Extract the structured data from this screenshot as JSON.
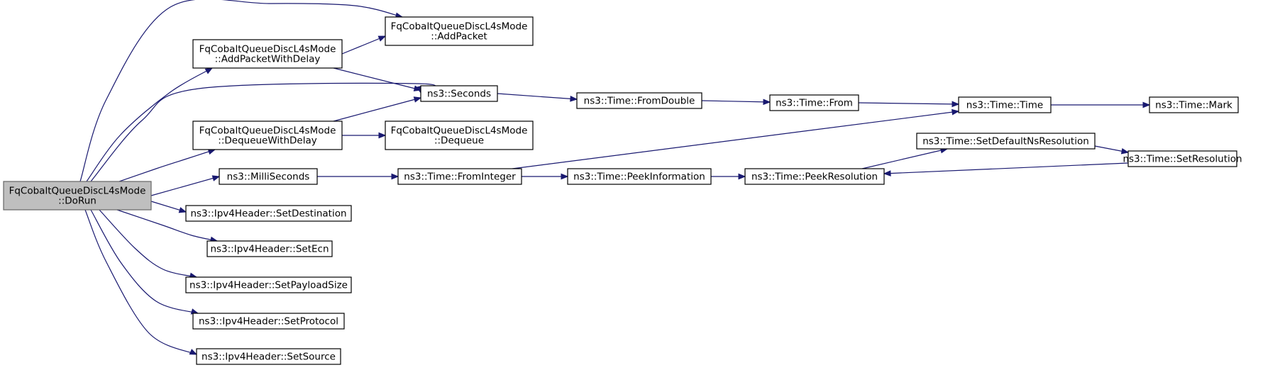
{
  "graph": {
    "nodes": {
      "dorun": {
        "lines": [
          "FqCobaltQueueDiscL4sMode",
          "::DoRun"
        ],
        "root": true
      },
      "addpacket": {
        "lines": [
          "FqCobaltQueueDiscL4sMode",
          "::AddPacket"
        ]
      },
      "addpktdelay": {
        "lines": [
          "FqCobaltQueueDiscL4sMode",
          "::AddPacketWithDelay"
        ]
      },
      "seconds": {
        "lines": [
          "ns3::Seconds"
        ]
      },
      "dequeuedelay": {
        "lines": [
          "FqCobaltQueueDiscL4sMode",
          "::DequeueWithDelay"
        ]
      },
      "dequeue": {
        "lines": [
          "FqCobaltQueueDiscL4sMode",
          "::Dequeue"
        ]
      },
      "milliseconds": {
        "lines": [
          "ns3::MilliSeconds"
        ]
      },
      "setdest": {
        "lines": [
          "ns3::Ipv4Header::SetDestination"
        ]
      },
      "setecn": {
        "lines": [
          "ns3::Ipv4Header::SetEcn"
        ]
      },
      "setpayload": {
        "lines": [
          "ns3::Ipv4Header::SetPayloadSize"
        ]
      },
      "setprotocol": {
        "lines": [
          "ns3::Ipv4Header::SetProtocol"
        ]
      },
      "setsource": {
        "lines": [
          "ns3::Ipv4Header::SetSource"
        ]
      },
      "fromdouble": {
        "lines": [
          "ns3::Time::FromDouble"
        ]
      },
      "from": {
        "lines": [
          "ns3::Time::From"
        ]
      },
      "time": {
        "lines": [
          "ns3::Time::Time"
        ]
      },
      "mark": {
        "lines": [
          "ns3::Time::Mark"
        ]
      },
      "frominteger": {
        "lines": [
          "ns3::Time::FromInteger"
        ]
      },
      "peekinfo": {
        "lines": [
          "ns3::Time::PeekInformation"
        ]
      },
      "peekres": {
        "lines": [
          "ns3::Time::PeekResolution"
        ]
      },
      "setdefaultres": {
        "lines": [
          "ns3::Time::SetDefaultNsResolution"
        ]
      },
      "setres": {
        "lines": [
          "ns3::Time::SetResolution"
        ]
      }
    },
    "edges": [
      [
        "dorun",
        "addpacket"
      ],
      [
        "dorun",
        "addpktdelay"
      ],
      [
        "dorun",
        "seconds"
      ],
      [
        "dorun",
        "dequeuedelay"
      ],
      [
        "dorun",
        "milliseconds"
      ],
      [
        "dorun",
        "setdest"
      ],
      [
        "dorun",
        "setecn"
      ],
      [
        "dorun",
        "setpayload"
      ],
      [
        "dorun",
        "setprotocol"
      ],
      [
        "dorun",
        "setsource"
      ],
      [
        "addpktdelay",
        "addpacket"
      ],
      [
        "addpktdelay",
        "seconds"
      ],
      [
        "dequeuedelay",
        "seconds"
      ],
      [
        "dequeuedelay",
        "dequeue"
      ],
      [
        "seconds",
        "fromdouble"
      ],
      [
        "fromdouble",
        "from"
      ],
      [
        "from",
        "time"
      ],
      [
        "time",
        "mark"
      ],
      [
        "milliseconds",
        "frominteger"
      ],
      [
        "frominteger",
        "time"
      ],
      [
        "frominteger",
        "peekinfo"
      ],
      [
        "peekinfo",
        "peekres"
      ],
      [
        "peekres",
        "setdefaultres"
      ],
      [
        "setdefaultres",
        "setres"
      ],
      [
        "setres",
        "peekres"
      ]
    ],
    "colors": {
      "edge": "#191970",
      "root_fill": "#bfbfbf",
      "node_fill": "#ffffff"
    }
  }
}
